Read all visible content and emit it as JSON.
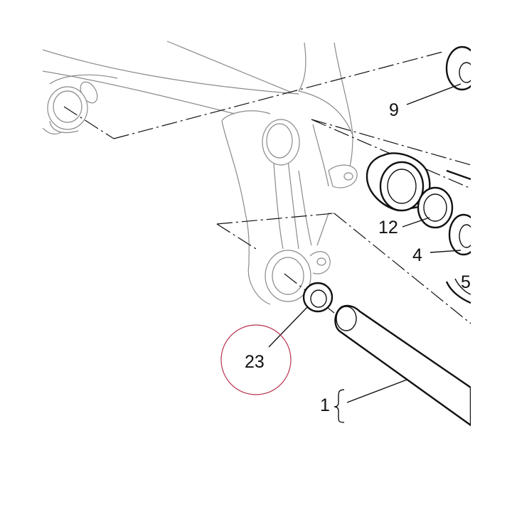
{
  "callouts": {
    "c1": "1",
    "c4": "4",
    "c5": "5",
    "c9": "9",
    "c12": "12",
    "c23": "23"
  },
  "highlight": {
    "target": "23",
    "color": "#b8334a"
  },
  "colors": {
    "part_line": "#111111",
    "context_line": "#8a8a8a",
    "background": "#ffffff"
  }
}
